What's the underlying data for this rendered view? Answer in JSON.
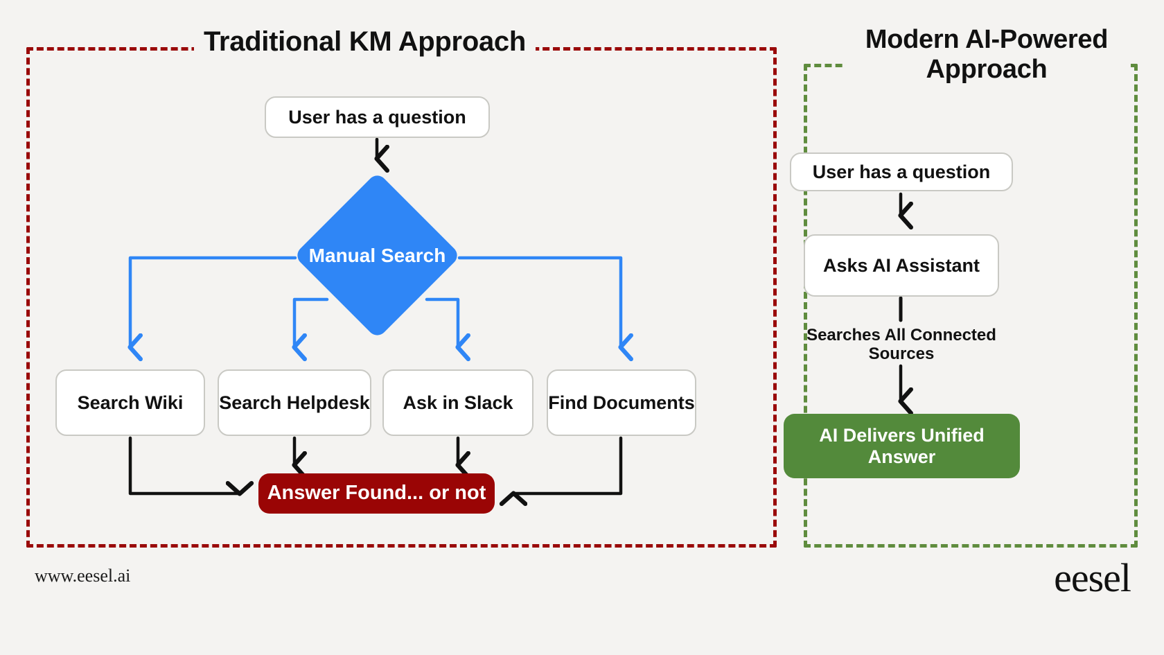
{
  "meta": {
    "background_color": "#f4f3f1"
  },
  "panels": {
    "left": {
      "title": "Traditional KM Approach",
      "border_color": "#9a0a0a",
      "style": "dashed"
    },
    "right": {
      "title": "Modern AI-Powered Approach",
      "border_color": "#5f8c3e",
      "style": "dashed"
    }
  },
  "traditional_flow": {
    "nodes": [
      {
        "id": "user-question",
        "label": "User has a question",
        "shape": "rounded-rect",
        "fill": "#ffffff",
        "text_color": "#111111"
      },
      {
        "id": "manual-search",
        "label": "Manual Search",
        "shape": "diamond",
        "fill": "#2f86f6",
        "text_color": "#ffffff"
      },
      {
        "id": "search-wiki",
        "label": "Search Wiki",
        "shape": "rounded-rect",
        "fill": "#ffffff",
        "text_color": "#111111"
      },
      {
        "id": "search-helpdesk",
        "label": "Search Helpdesk",
        "shape": "rounded-rect",
        "fill": "#ffffff",
        "text_color": "#111111"
      },
      {
        "id": "ask-slack",
        "label": "Ask in Slack",
        "shape": "rounded-rect",
        "fill": "#ffffff",
        "text_color": "#111111"
      },
      {
        "id": "find-documents",
        "label": "Find Documents",
        "shape": "rounded-rect",
        "fill": "#ffffff",
        "text_color": "#111111"
      },
      {
        "id": "answer-found",
        "label": "Answer Found... or not",
        "shape": "rounded-rect",
        "fill": "#9a0505",
        "text_color": "#ffffff"
      }
    ],
    "edges": [
      {
        "from": "user-question",
        "to": "manual-search",
        "color": "#111111"
      },
      {
        "from": "manual-search",
        "to": "search-wiki",
        "color": "#2f86f6"
      },
      {
        "from": "manual-search",
        "to": "search-helpdesk",
        "color": "#2f86f6"
      },
      {
        "from": "manual-search",
        "to": "ask-slack",
        "color": "#2f86f6"
      },
      {
        "from": "manual-search",
        "to": "find-documents",
        "color": "#2f86f6"
      },
      {
        "from": "search-wiki",
        "to": "answer-found",
        "color": "#111111"
      },
      {
        "from": "search-helpdesk",
        "to": "answer-found",
        "color": "#111111"
      },
      {
        "from": "ask-slack",
        "to": "answer-found",
        "color": "#111111"
      },
      {
        "from": "find-documents",
        "to": "answer-found",
        "color": "#111111"
      }
    ]
  },
  "modern_flow": {
    "nodes": [
      {
        "id": "user-question-2",
        "label": "User has a question",
        "shape": "rounded-rect",
        "fill": "#ffffff",
        "text_color": "#111111"
      },
      {
        "id": "asks-ai",
        "label": "Asks AI Assistant",
        "shape": "rounded-rect",
        "fill": "#ffffff",
        "text_color": "#111111"
      },
      {
        "id": "searches-sources",
        "label": "Searches All Connected Sources",
        "shape": "edge-label",
        "fill": "none",
        "text_color": "#111111"
      },
      {
        "id": "ai-delivers",
        "label": "AI Delivers Unified Answer",
        "shape": "rounded-rect",
        "fill": "#538a3b",
        "text_color": "#ffffff"
      }
    ],
    "edges": [
      {
        "from": "user-question-2",
        "to": "asks-ai",
        "color": "#111111"
      },
      {
        "from": "asks-ai",
        "to": "searches-sources",
        "color": "#111111"
      },
      {
        "from": "searches-sources",
        "to": "ai-delivers",
        "color": "#111111"
      }
    ]
  },
  "footer": {
    "url": "www.eesel.ai",
    "brand": "eesel"
  }
}
